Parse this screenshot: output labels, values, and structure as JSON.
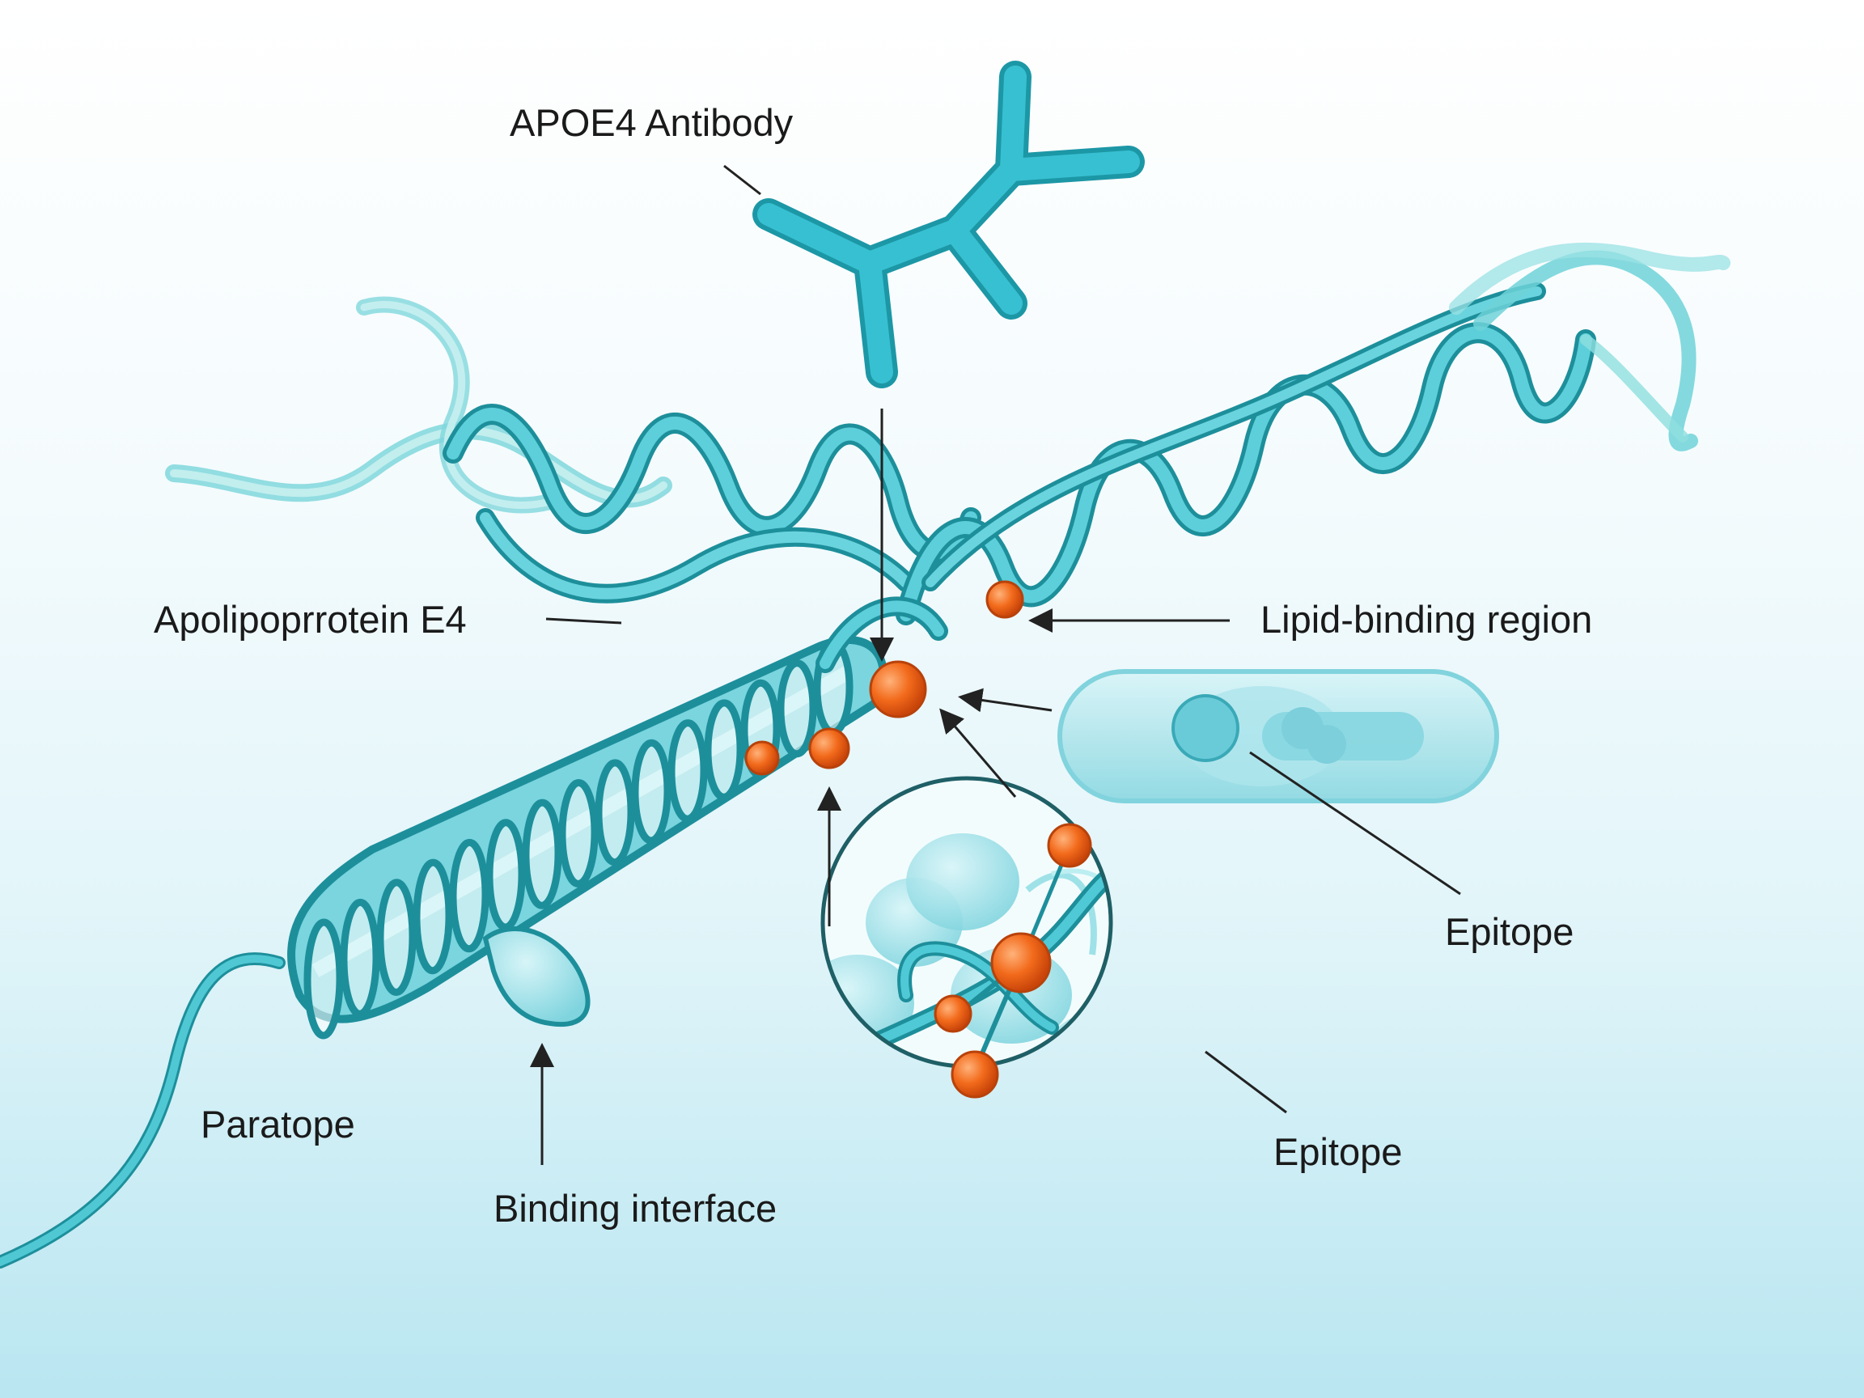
{
  "labels": {
    "antibody": "APOE4 Antibody",
    "apolipoprotein": "Apolipoprrotein E4",
    "lipid_binding": "Lipid-binding region",
    "epitope_top": "Epitope",
    "epitope_bottom": "Epitope",
    "paratope": "Paratope",
    "binding_interface": "Binding interface"
  },
  "colors": {
    "protein": "#3fc4d1",
    "protein_dark": "#1d8f9b",
    "highlight": "#f26a1b",
    "line": "#222222"
  }
}
